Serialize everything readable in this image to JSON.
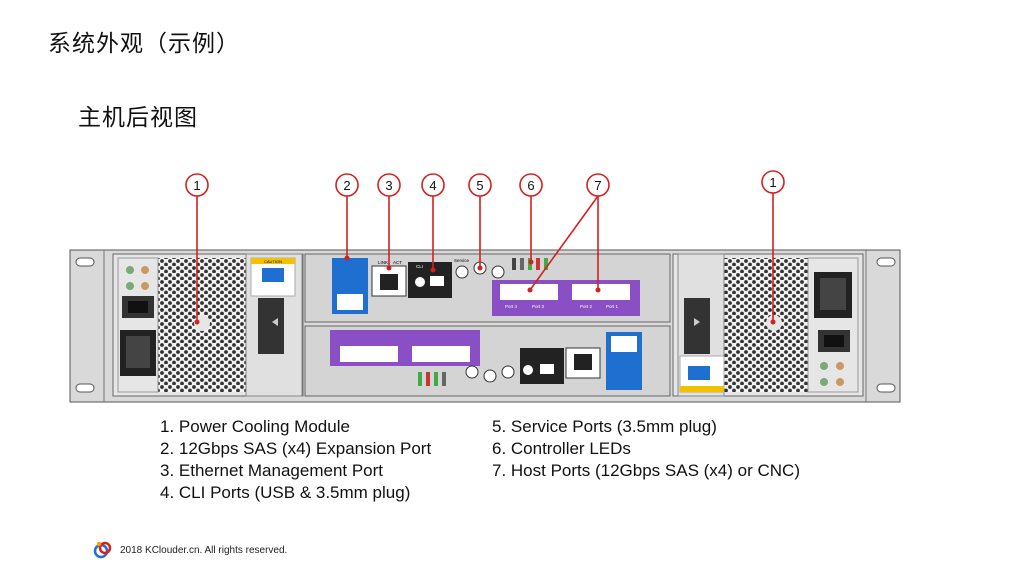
{
  "slide": {
    "title": "系统外观（示例）",
    "subtitle": "主机后视图"
  },
  "callouts": [
    "1",
    "2",
    "3",
    "4",
    "5",
    "6",
    "7",
    "1"
  ],
  "chassis": {
    "caution_label": "CAUTION",
    "port_labels": {
      "link": "LINK",
      "act": "ACT",
      "cli": "CLI",
      "service": "Service",
      "port4": "Port 4",
      "port3": "Port 3",
      "port2": "Port 2",
      "port1": "Port 1"
    }
  },
  "legend": {
    "left": [
      "1. Power Cooling Module",
      "2. 12Gbps SAS (x4) Expansion Port",
      "3. Ethernet Management Port",
      "4. CLI Ports (USB & 3.5mm plug)"
    ],
    "right": [
      "5. Service Ports (3.5mm plug)",
      "6. Controller LEDs",
      "7. Host Ports (12Gbps SAS (x4) or CNC)"
    ]
  },
  "footer": {
    "copyright": "2018 KClouder.cn. All rights reserved."
  },
  "colors": {
    "callout_red": "#d42020",
    "port_purple": "#8a4fc4",
    "port_blue": "#1e6fd0",
    "chassis_gray": "#d9d9d9"
  }
}
